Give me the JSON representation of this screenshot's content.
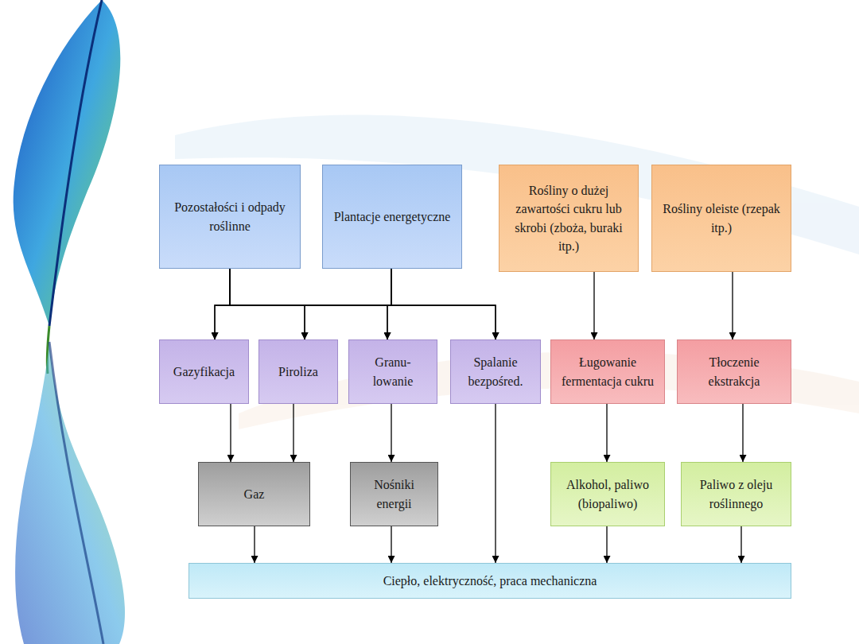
{
  "diagram": {
    "nodes": [
      {
        "text": [
          "Pozostałości i odpady roślinne"
        ]
      },
      {
        "text": [
          "Plantacje energetyczne"
        ]
      },
      {
        "text": [
          "Rośliny o dużej zawartości cukru lub skrobi (zboża, buraki itp.)"
        ]
      },
      {
        "text": [
          "Rośliny oleiste (rzepak itp.)"
        ]
      },
      {
        "text": [
          "Gazyfikacja"
        ]
      },
      {
        "text": [
          "Piroliza"
        ]
      },
      {
        "text": [
          "Granu- lowanie"
        ]
      },
      {
        "text": [
          "Spalanie bezpośred."
        ]
      },
      {
        "text": [
          "Ługowanie fermentacja cukru"
        ]
      },
      {
        "text": [
          "Tłoczenie ekstrakcja"
        ]
      },
      {
        "text": [
          "Gaz"
        ]
      },
      {
        "text": [
          "Nośniki energii"
        ]
      },
      {
        "text": [
          "Alkohol, paliwo (biopaliwo)"
        ]
      },
      {
        "text": [
          "Paliwo z oleju roślinnego"
        ]
      },
      {
        "text": [
          "Ciepło, elektryczność, praca mechaniczna"
        ]
      }
    ],
    "edges": [
      {
        "from": 0,
        "to": 4,
        "arrow": "to"
      },
      {
        "from": 0,
        "to": 5,
        "arrow": "to"
      },
      {
        "from": 0,
        "to": 6,
        "arrow": "to"
      },
      {
        "from": 0,
        "to": 7,
        "arrow": "to"
      },
      {
        "from": 1,
        "to": 4,
        "arrow": "to"
      },
      {
        "from": 1,
        "to": 5,
        "arrow": "to"
      },
      {
        "from": 1,
        "to": 6,
        "arrow": "to"
      },
      {
        "from": 1,
        "to": 7,
        "arrow": "to"
      },
      {
        "from": 2,
        "to": 8,
        "arrow": "to"
      },
      {
        "from": 3,
        "to": 9,
        "arrow": "to"
      },
      {
        "from": 4,
        "to": 10,
        "arrow": "to"
      },
      {
        "from": 5,
        "to": 10,
        "arrow": "to"
      },
      {
        "from": 6,
        "to": 11,
        "arrow": "to"
      },
      {
        "from": 7,
        "to": 14,
        "arrow": "to"
      },
      {
        "from": 8,
        "to": 12,
        "arrow": "to"
      },
      {
        "from": 9,
        "to": 13,
        "arrow": "to"
      },
      {
        "from": 10,
        "to": 14,
        "arrow": "to"
      },
      {
        "from": 11,
        "to": 14,
        "arrow": "to"
      },
      {
        "from": 12,
        "to": 14,
        "arrow": "to"
      },
      {
        "from": 13,
        "to": 14,
        "arrow": "to"
      }
    ]
  }
}
